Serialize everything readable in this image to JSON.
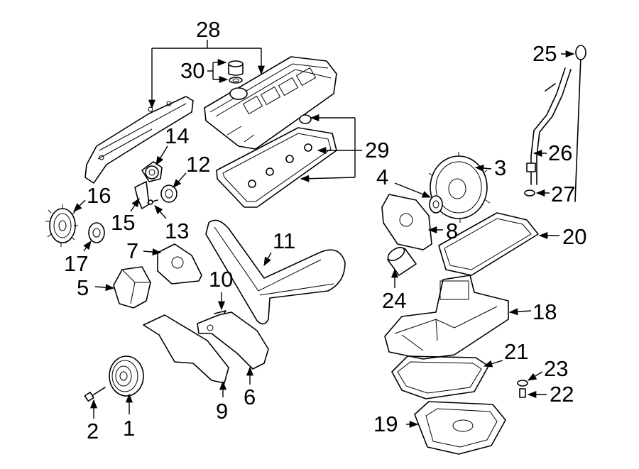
{
  "callouts": {
    "n1": "1",
    "n2": "2",
    "n3": "3",
    "n4": "4",
    "n5": "5",
    "n6": "6",
    "n7": "7",
    "n8": "8",
    "n9": "9",
    "n10": "10",
    "n11": "11",
    "n12": "12",
    "n13": "13",
    "n14": "14",
    "n15": "15",
    "n16": "16",
    "n17": "17",
    "n18": "18",
    "n19": "19",
    "n20": "20",
    "n21": "21",
    "n22": "22",
    "n23": "23",
    "n24": "24",
    "n25": "25",
    "n26": "26",
    "n27": "27",
    "n28": "28",
    "n29": "29",
    "n30": "30"
  },
  "colors": {
    "line": "#000000",
    "background": "#ffffff"
  }
}
